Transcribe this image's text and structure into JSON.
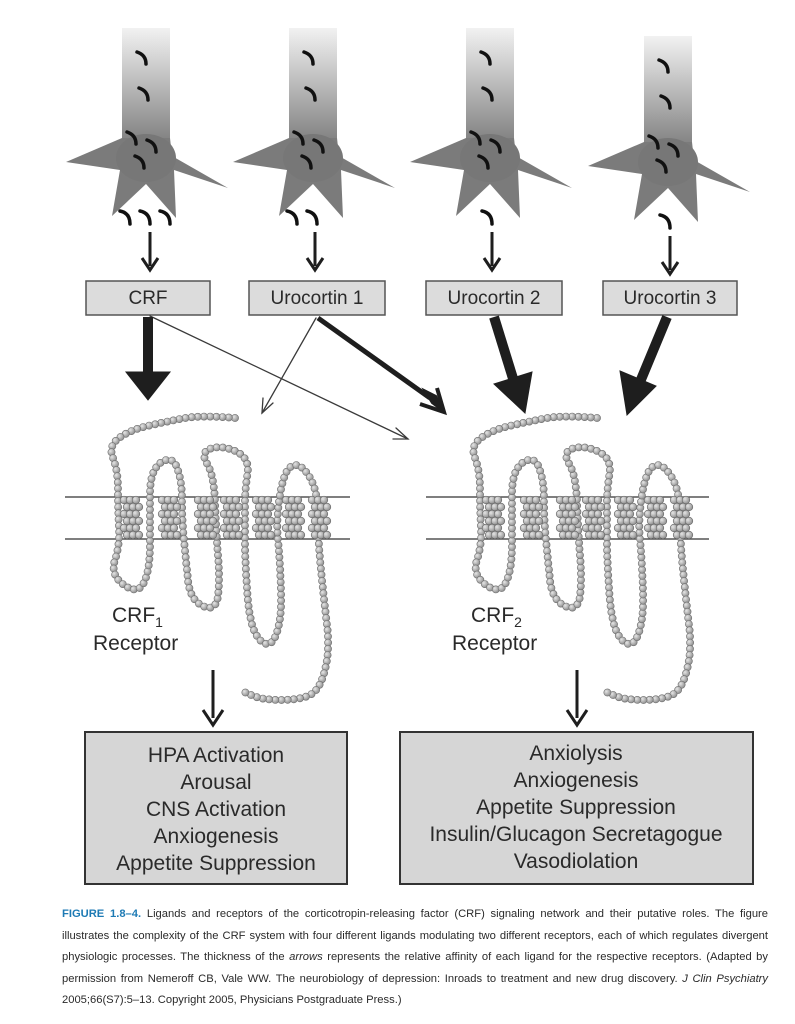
{
  "ligands": [
    {
      "label": "CRF"
    },
    {
      "label": "Urocortin 1"
    },
    {
      "label": "Urocortin 2"
    },
    {
      "label": "Urocortin 3"
    }
  ],
  "receptors": [
    {
      "name": "CRF",
      "subscript": "1",
      "word": "Receptor"
    },
    {
      "name": "CRF",
      "subscript": "2",
      "word": "Receptor"
    }
  ],
  "effects": {
    "crf1": [
      "HPA Activation",
      "Arousal",
      "CNS Activation",
      "Anxiogenesis",
      "Appetite Suppression"
    ],
    "crf2": [
      "Anxiolysis",
      "Anxiogenesis",
      "Appetite Suppression",
      "Insulin/Glucagon Secretagogue",
      "Vasodiolation"
    ]
  },
  "caption": {
    "figure_label": "FIGURE 1.8–4.",
    "text_1": "Ligands and receptors of the corticotropin-releasing factor (CRF) signaling network and their putative roles. The figure illustrates the complexity of the CRF system with four different ligands modulating two different receptors, each of which regulates divergent physiologic processes. The thickness of the",
    "italic_1": "arrows",
    "text_2": "represents the relative affinity of each ligand for the respective receptors. (Adapted by permission from Nemeroff CB, Vale WW. The neurobiology of depression: Inroads to treatment and new drug discovery.",
    "italic_2": "J Clin Psychiatry",
    "text_3": "2005;66(S7):5–13. Copyright 2005, Physicians Postgraduate Press.)"
  },
  "colors": {
    "box_fill": "#dcdcdc",
    "effect_box_fill": "#d6d6d6",
    "arrow": "#1e1e1e",
    "neuron": "#7b7b7b",
    "bead": "#a8a8a8",
    "caption_label": "#1d7ab4"
  }
}
